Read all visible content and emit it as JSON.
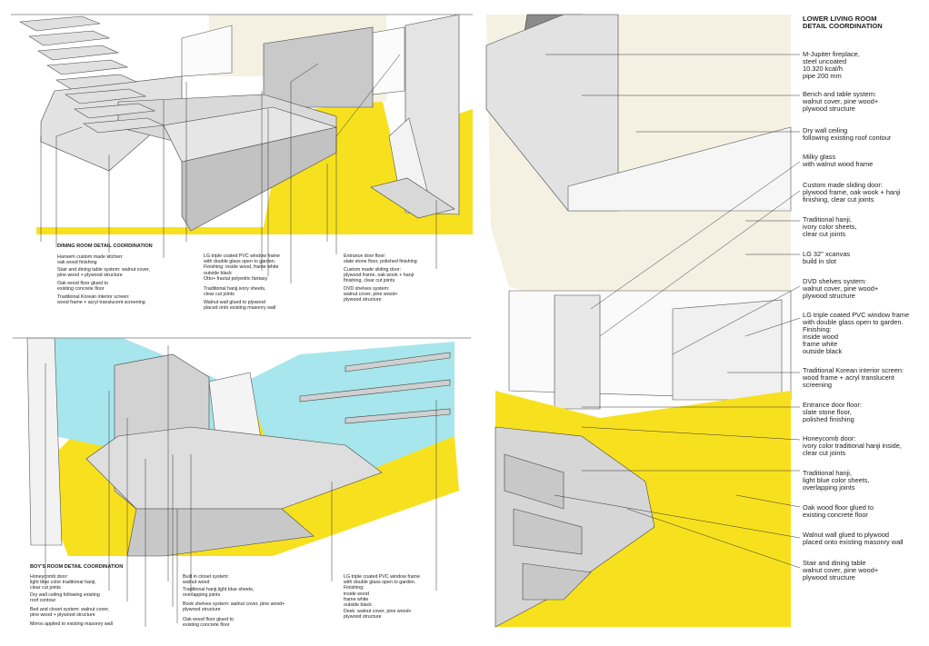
{
  "colors": {
    "floor_yellow": "#f7e11e",
    "wall_grey": "#d4d4d4",
    "wall_cream": "#f4f1e3",
    "sky_blue": "#a6e6ec",
    "line": "#444444"
  },
  "dining": {
    "title": "DINING ROOM DETAIL COORDINATION",
    "left_labels": [
      "Hansem custom made kitchen:\noak wood finishing",
      "Stair and dining table system: walnut cover,\npine wood + plywood structure",
      "Oak wood floor glued to\nexisting concrete floor",
      "Traditional Korean interior screen:\nwood frame + acryl translucent screening"
    ],
    "mid_labels": [
      "LG triple coated PVC window frame\nwith double glass open to garden.\nFinishing: inside wood, frame white\noutside black",
      "Otto+ fractal polyedric fantasy",
      "Traditional hanji,ivory sheets,\nclear cut joints",
      "Walnut wall glued to plywood\nplaced onto existing masonry wall"
    ],
    "right_labels": [
      "Entrance door floor:\nslate stone floor, polished finishing",
      "Custom made sliding door:\nplywood frame, oak wook + hanji\nfinishing, clear cut joints",
      "DVD shelves system:\nwalnut cover, pine wood+\nplywood structure"
    ]
  },
  "boys": {
    "title": "BOY'S ROOM DETAIL COORDINATION",
    "left_labels": [
      "Honeycomb door:\nlight blue color traditional hanji,\nclear cut joints",
      "Dry wall ceiling following existing\nroof contour",
      "Bed and closet system: walnut cover,\npine wood + plywood structure",
      "Mirros applied to existing masonry wall"
    ],
    "mid_labels": [
      "Built in closet system:\nwalnut wood",
      "Traditional hanji,light blue sheets,\noverlapping joints",
      "Book shelves system: walnut cover, pine wood+\nplywood structure",
      "Oak wood floor glued to\nexisting concrete floor"
    ],
    "right_labels": [
      "LG triple coated PVC window frame\nwith double glass open to garden.\nFinishing:\ninside wood\nframe white\noutside black",
      "Desk: walnut cover, pine wood+\nplywood structure"
    ]
  },
  "living": {
    "title": "LOWER LIVING ROOM\nDETAIL COORDINATION",
    "labels": [
      "M-Jupiter fireplace,\nsteel uncoated\n10.320 kcal/h\npipe 200 mm",
      "Bench and table system:\nwalnut cover, pine wood+\nplywood structure",
      "Dry wall ceiling\nfollowing existing roof contour",
      "Milky glass\nwith walnut wood frame",
      "Custom made sliding door:\nplywood frame, oak wook + hanji\nfinishing, clear cut joints",
      "Traditional hanji,\nivory color sheets,\nclear cut joints",
      "LG 32'' xcanvas\nbuild in slot",
      "DVD shelves system:\nwalnut cover, pine wood+\nplywood structure",
      "LG triple coated PVC window frame\nwith double glass open to garden.\nFinishing:\ninside wood\nframe white\noutside black",
      "Traditional Korean interior screen:\nwood frame + acryl translucent\nscreening",
      "Entrance door floor:\nslate stone floor,\npolished finishing",
      "Honeycomb door:\nivory color traditional hanji inside,\nclear cut joints",
      "Traditional hanji,\nlight blue color sheets,\noverlapping joints",
      "Oak wood floor glued to\nexisting concrete floor",
      "Walnut wall glued to plywood\nplaced onto existing masonry wall",
      "Stair and dining table\nwalnut cover, pine wood+\nplywood structure"
    ]
  }
}
